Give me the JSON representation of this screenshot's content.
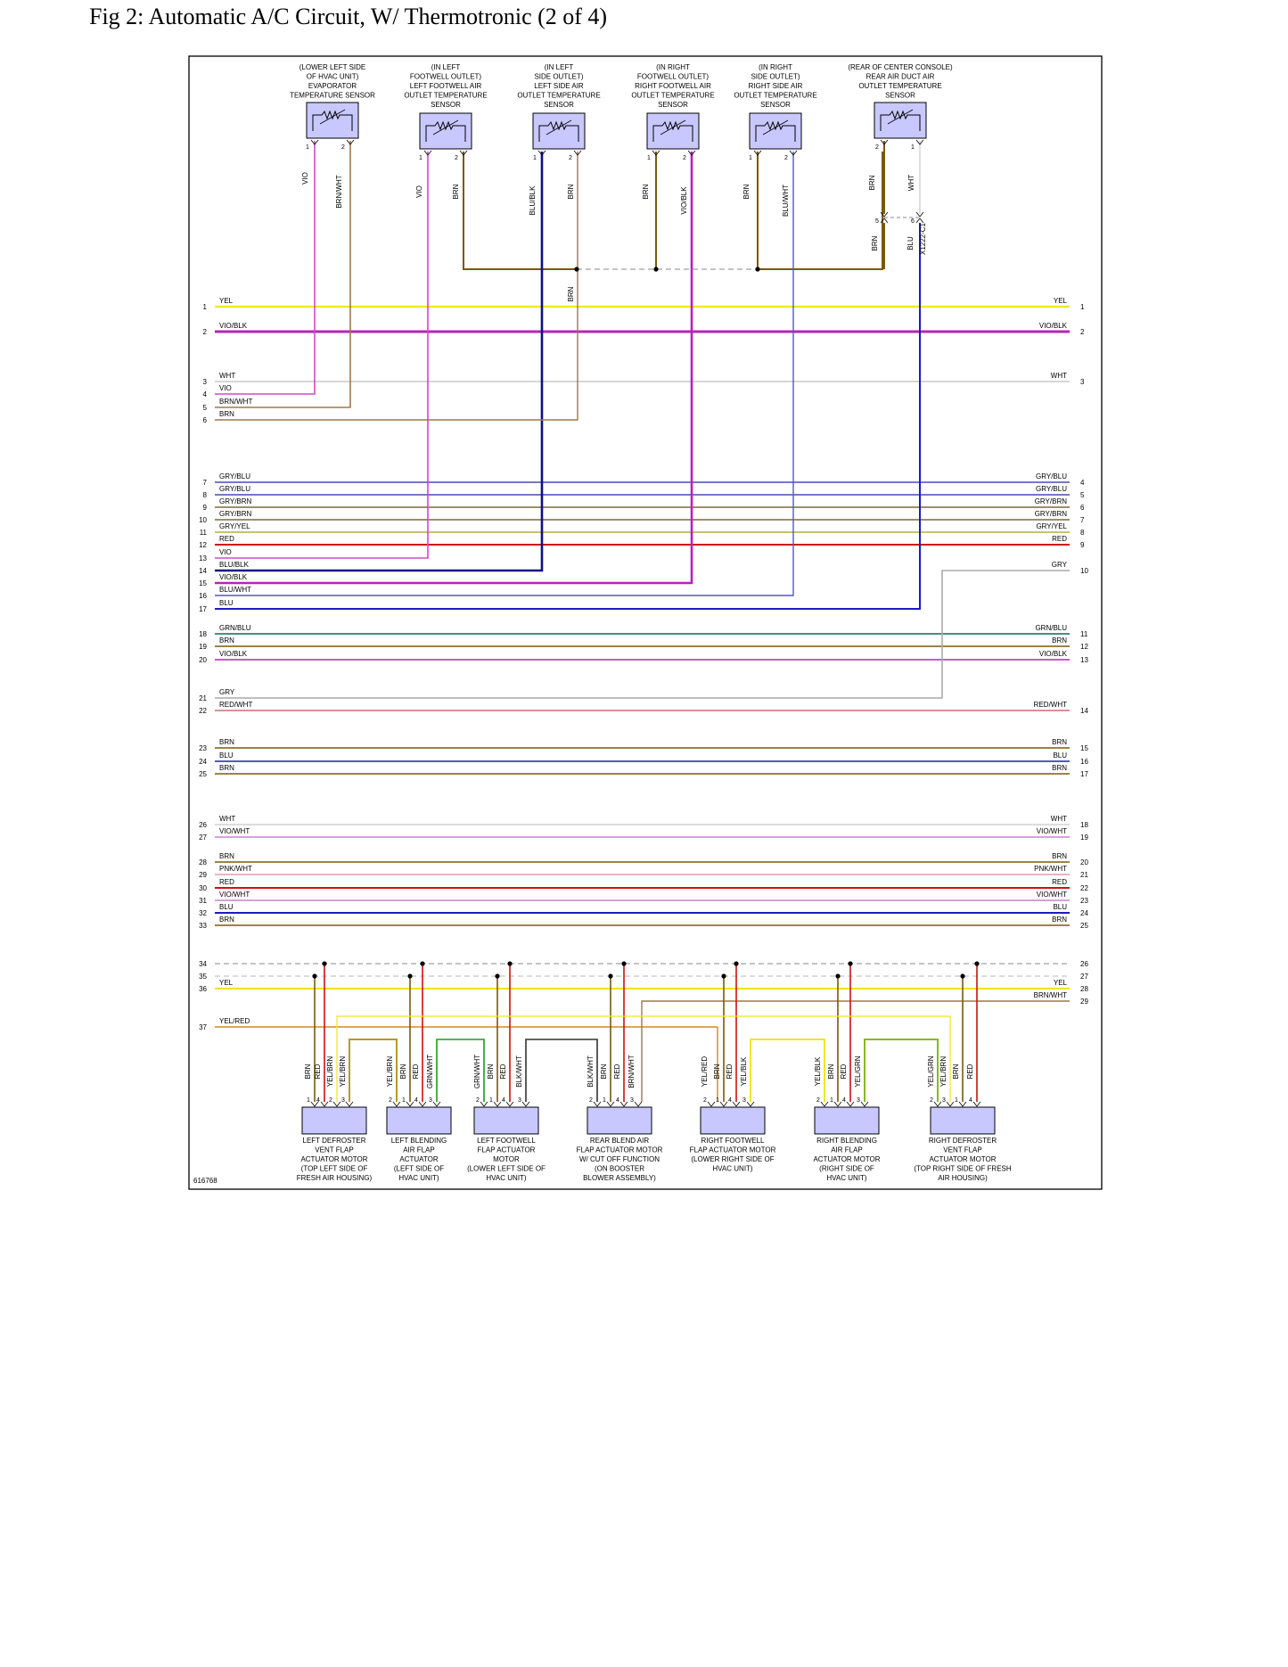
{
  "title": "Fig 2: Automatic A/C Circuit, W/ Thermotronic (2 of 4)",
  "figure_id": "616768",
  "colors": {
    "YEL": "#f1e61a",
    "VIO/BLK": "#b822b8",
    "WHT": "#c8c8c8",
    "VIO": "#d149c9",
    "BRN/WHT": "#9a7a4c",
    "BRN": "#7a5a0a",
    "GRY/BLU": "#4a4ab0",
    "GRY/BRN": "#7a6a3a",
    "GRY/YEL": "#b5ad3a",
    "RED": "#cc1111",
    "BLU/BLK": "#101080",
    "BLU/WHT": "#5555cc",
    "BLU": "#1b1bc4",
    "GRN/BLU": "#116655",
    "GRY": "#aaaaaa",
    "RED/WHT": "#d66b6b",
    "VIO/WHT": "#c883cc",
    "PNK/WHT": "#e49ab0",
    "YEL/RED": "#d08a22",
    "GRN": "#1e9a1e",
    "BLK": "#333333",
    "YEL/BLK": "#9a9a22",
    "YEL/GRN": "#8ab81e",
    "YEL/BRN": "#b49a2a",
    "GRN/WHT": "#5aa05a",
    "BLK/WHT": "#555555",
    "DASH": "#888888"
  },
  "sensors": [
    {
      "label": "(LOWER LEFT SIDE\nOF HVAC UNIT)\nEVAPORATOR\nTEMPERATURE SENSOR",
      "pins": [
        "1",
        "2"
      ],
      "wires": [
        "VIO",
        "BRN/WHT"
      ]
    },
    {
      "label": "(IN LEFT\nFOOTWELL OUTLET)\nLEFT FOOTWELL AIR\nOUTLET TEMPERATURE\nSENSOR",
      "pins": [
        "1",
        "2"
      ],
      "wires": [
        "VIO",
        "BRN"
      ]
    },
    {
      "label": "(IN LEFT\nSIDE OUTLET)\nLEFT SIDE AIR\nOUTLET TEMPERATURE\nSENSOR",
      "pins": [
        "1",
        "2"
      ],
      "wires": [
        "BLU/BLK",
        "BRN"
      ]
    },
    {
      "label": "(IN RIGHT\nFOOTWELL OUTLET)\nRIGHT FOOTWELL AIR\nOUTLET TEMPERATURE\nSENSOR",
      "pins": [
        "1",
        "2"
      ],
      "wires": [
        "BRN",
        "VIO/BLK"
      ]
    },
    {
      "label": "(IN RIGHT\nSIDE OUTLET)\nRIGHT SIDE AIR\nOUTLET TEMPERATURE\nSENSOR",
      "pins": [
        "1",
        "2"
      ],
      "wires": [
        "BRN",
        "BLU/WHT"
      ]
    },
    {
      "label": "(REAR OF CENTER CONSOLE)\nREAR AIR DUCT AIR\nOUTLET TEMPERATURE\nSENSOR",
      "pins": [
        "2",
        "1"
      ],
      "wires": [
        "BRN",
        "WHT"
      ]
    }
  ],
  "connector_x1222": {
    "label": "X1222-C1",
    "pins": [
      "5",
      "6"
    ],
    "wires": [
      "BRN",
      "BLU"
    ]
  },
  "splice_label": "BRN",
  "left_pins": [
    {
      "n": "1",
      "c": "YEL"
    },
    {
      "n": "2",
      "c": "VIO/BLK"
    },
    {
      "n": "3",
      "c": "WHT"
    },
    {
      "n": "4",
      "c": "VIO"
    },
    {
      "n": "5",
      "c": "BRN/WHT"
    },
    {
      "n": "6",
      "c": "BRN"
    },
    {
      "n": "7",
      "c": "GRY/BLU"
    },
    {
      "n": "8",
      "c": "GRY/BLU"
    },
    {
      "n": "9",
      "c": "GRY/BRN"
    },
    {
      "n": "10",
      "c": "GRY/BRN"
    },
    {
      "n": "11",
      "c": "GRY/YEL"
    },
    {
      "n": "12",
      "c": "RED"
    },
    {
      "n": "13",
      "c": "VIO"
    },
    {
      "n": "14",
      "c": "BLU/BLK"
    },
    {
      "n": "15",
      "c": "VIO/BLK"
    },
    {
      "n": "16",
      "c": "BLU/WHT"
    },
    {
      "n": "17",
      "c": "BLU"
    },
    {
      "n": "18",
      "c": "GRN/BLU"
    },
    {
      "n": "19",
      "c": "BRN"
    },
    {
      "n": "20",
      "c": "VIO/BLK"
    },
    {
      "n": "21",
      "c": "GRY"
    },
    {
      "n": "22",
      "c": "RED/WHT"
    },
    {
      "n": "23",
      "c": "BRN"
    },
    {
      "n": "24",
      "c": "BLU"
    },
    {
      "n": "25",
      "c": "BRN"
    },
    {
      "n": "26",
      "c": "WHT"
    },
    {
      "n": "27",
      "c": "VIO/WHT"
    },
    {
      "n": "28",
      "c": "BRN"
    },
    {
      "n": "29",
      "c": "PNK/WHT"
    },
    {
      "n": "30",
      "c": "RED"
    },
    {
      "n": "31",
      "c": "VIO/WHT"
    },
    {
      "n": "32",
      "c": "BLU"
    },
    {
      "n": "33",
      "c": "BRN"
    },
    {
      "n": "34",
      "c": ""
    },
    {
      "n": "35",
      "c": ""
    },
    {
      "n": "36",
      "c": "YEL"
    },
    {
      "n": "37",
      "c": "YEL/RED"
    }
  ],
  "right_pins": [
    {
      "n": "1",
      "c": "YEL"
    },
    {
      "n": "2",
      "c": "VIO/BLK"
    },
    {
      "n": "3",
      "c": "WHT"
    },
    {
      "n": "4",
      "c": "GRY/BLU"
    },
    {
      "n": "5",
      "c": "GRY/BLU"
    },
    {
      "n": "6",
      "c": "GRY/BRN"
    },
    {
      "n": "7",
      "c": "GRY/BRN"
    },
    {
      "n": "8",
      "c": "GRY/YEL"
    },
    {
      "n": "9",
      "c": "RED"
    },
    {
      "n": "10",
      "c": "GRY"
    },
    {
      "n": "11",
      "c": "GRN/BLU"
    },
    {
      "n": "12",
      "c": "BRN"
    },
    {
      "n": "13",
      "c": "VIO/BLK"
    },
    {
      "n": "14",
      "c": "RED/WHT"
    },
    {
      "n": "15",
      "c": "BRN"
    },
    {
      "n": "16",
      "c": "BLU"
    },
    {
      "n": "17",
      "c": "BRN"
    },
    {
      "n": "18",
      "c": "WHT"
    },
    {
      "n": "19",
      "c": "VIO/WHT"
    },
    {
      "n": "20",
      "c": "BRN"
    },
    {
      "n": "21",
      "c": "PNK/WHT"
    },
    {
      "n": "22",
      "c": "RED"
    },
    {
      "n": "23",
      "c": "VIO/WHT"
    },
    {
      "n": "24",
      "c": "BLU"
    },
    {
      "n": "25",
      "c": "BRN"
    },
    {
      "n": "26",
      "c": ""
    },
    {
      "n": "27",
      "c": ""
    },
    {
      "n": "28",
      "c": "YEL"
    },
    {
      "n": "29",
      "c": "BRN/WHT"
    }
  ],
  "actuators": [
    {
      "label": "LEFT DEFROSTER\nVENT FLAP\nACTUATOR MOTOR\n(TOP LEFT SIDE OF\nFRESH AIR HOUSING)",
      "pins": [
        "1",
        "4",
        "2",
        "3"
      ],
      "wires": [
        "BRN",
        "RED",
        "YEL/BRN",
        "YEL/BRN"
      ]
    },
    {
      "label": "LEFT BLENDING\nAIR FLAP\nACTUATOR\n(LEFT SIDE OF\nHVAC UNIT)",
      "pins": [
        "2",
        "1",
        "4",
        "3"
      ],
      "wires": [
        "YEL/BRN",
        "BRN",
        "RED",
        "GRN/WHT"
      ]
    },
    {
      "label": "LEFT FOOTWELL\nFLAP ACTUATOR\nMOTOR\n(LOWER LEFT SIDE OF\nHVAC UNIT)",
      "pins": [
        "2",
        "1",
        "4",
        "3"
      ],
      "wires": [
        "GRN/WHT",
        "BRN",
        "RED",
        "BLK/WHT"
      ]
    },
    {
      "label": "REAR BLEND AIR\nFLAP ACTUATOR MOTOR\nW/ CUT OFF FUNCTION\n(ON BOOSTER\nBLOWER ASSEMBLY)",
      "pins": [
        "2",
        "1",
        "4",
        "3"
      ],
      "wires": [
        "BLK/WHT",
        "BRN",
        "RED",
        "BRN/WHT"
      ]
    },
    {
      "label": "RIGHT FOOTWELL\nFLAP ACTUATOR MOTOR\n(LOWER RIGHT SIDE OF\nHVAC UNIT)",
      "pins": [
        "2",
        "1",
        "4",
        "3"
      ],
      "wires": [
        "YEL/RED",
        "BRN",
        "RED",
        "YEL/BLK"
      ]
    },
    {
      "label": "RIGHT BLENDING\nAIR FLAP\nACTUATOR MOTOR\n(RIGHT SIDE OF\nHVAC UNIT)",
      "pins": [
        "2",
        "1",
        "4",
        "3"
      ],
      "wires": [
        "YEL/BLK",
        "BRN",
        "RED",
        "YEL/GRN"
      ]
    },
    {
      "label": "RIGHT DEFROSTER\nVENT FLAP\nACTUATOR MOTOR\n(TOP RIGHT SIDE OF FRESH\nAIR HOUSING)",
      "pins": [
        "2",
        "3",
        "1",
        "4"
      ],
      "wires": [
        "YEL/GRN",
        "YEL/BRN",
        "BRN",
        "RED"
      ]
    }
  ]
}
